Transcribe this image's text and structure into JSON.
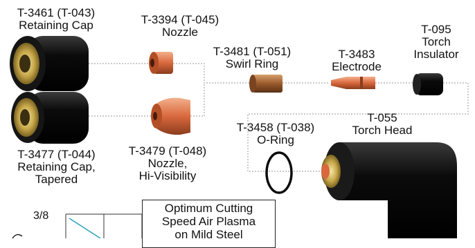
{
  "labels": {
    "retaining_cap": {
      "part": "T-3461 (T-043)",
      "name": "Retaining Cap"
    },
    "nozzle": {
      "part": "T-3394 (T-045)",
      "name": "Nozzle"
    },
    "swirl_ring": {
      "part": "T-3481 (T-051)",
      "name": "Swirl Ring"
    },
    "electrode": {
      "part": "T-3483",
      "name": "Electrode"
    },
    "torch_insulator": {
      "part": "T-095",
      "name1": "Torch",
      "name2": "Insulator"
    },
    "retaining_cap_tapered": {
      "part": "T-3477 (T-044)",
      "name1": "Retaining Cap,",
      "name2": "Tapered"
    },
    "nozzle_hivis": {
      "part": "T-3479 (T-048)",
      "name1": "Nozzle,",
      "name2": "Hi-Visibility"
    },
    "o_ring": {
      "part": "T-3458 (T-038)",
      "name": "O-Ring"
    },
    "torch_head": {
      "part": "T-055",
      "name": "Torch Head"
    }
  },
  "chart_inset": {
    "tick_label": "3/8",
    "title_line1": "Optimum Cutting",
    "title_line2": "Speed Air Plasma",
    "title_line3": "on Mild Steel"
  },
  "colors": {
    "black_part": "#0b0b0b",
    "brass": "#c8a84a",
    "copper": "#d9683d",
    "swirl_brown": "#9b5a2c",
    "dotted_line": "#aaaaaa"
  }
}
